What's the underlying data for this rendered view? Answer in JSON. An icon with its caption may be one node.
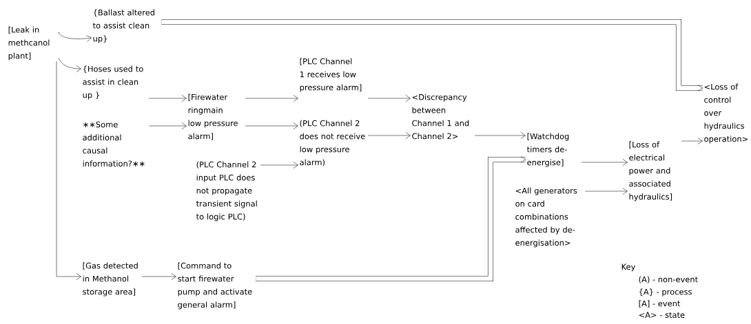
{
  "diagram": {
    "nodes": [
      {
        "text": [
          "[Leak in methcanol plant]"
        ]
      },
      {
        "text": [
          "{Ballast altered to assist clean up}"
        ]
      },
      {
        "text": [
          "{Hoses used to assist in clean up }"
        ]
      },
      {
        "text": [
          "∗∗Some additional causal information?∗∗"
        ]
      },
      {
        "text": [
          "[Firewater ringmain low pressure alarm]"
        ]
      },
      {
        "text": [
          "(PLC Channel 2 input PLC does not propagate transient signal to logic PLC)"
        ]
      },
      {
        "text": [
          "[PLC Channel 1 receives low pressure alarm]"
        ]
      },
      {
        "text": [
          "(PLC Channel 2 does not receive low pressure alarm)"
        ]
      },
      {
        "text": [
          "<Discrepancy between Channel 1 and Channel 2>"
        ]
      },
      {
        "text": [
          "[Watchdog timers de-energise]"
        ]
      },
      {
        "text": [
          "<All generators on card combinations affected by de-energisation>"
        ]
      },
      {
        "text": [
          "[Loss of electrical power and associated hydraulics]"
        ]
      },
      {
        "text": [
          "<Loss of control over hydraulics operation>"
        ]
      },
      {
        "text": [
          "[Gas detected in Methanol storage area]"
        ]
      },
      {
        "text": [
          "[Command to start firewater pump and activate general alarm]"
        ]
      }
    ],
    "edges": [
      {
        "from": 0,
        "to": 1,
        "arrow": "to"
      },
      {
        "from": 0,
        "to": 2,
        "arrow": "to"
      },
      {
        "from": 0,
        "to": 13,
        "arrow": "to"
      },
      {
        "from": 1,
        "to": 12,
        "arrow": "to",
        "style": "thick"
      },
      {
        "from": 2,
        "to": 4,
        "arrow": "to"
      },
      {
        "from": 3,
        "to": 4,
        "arrow": "to"
      },
      {
        "from": 4,
        "to": 6,
        "arrow": "to"
      },
      {
        "from": 4,
        "to": 7,
        "arrow": "to"
      },
      {
        "from": 5,
        "to": 7,
        "arrow": "to"
      },
      {
        "from": 6,
        "to": 8,
        "arrow": "to"
      },
      {
        "from": 7,
        "to": 8,
        "arrow": "to"
      },
      {
        "from": 8,
        "to": 9,
        "arrow": "to"
      },
      {
        "from": 14,
        "to": 9,
        "arrow": "to",
        "style": "thick"
      },
      {
        "from": 9,
        "to": 11,
        "arrow": "to"
      },
      {
        "from": 10,
        "to": 11,
        "arrow": "to"
      },
      {
        "from": 11,
        "to": 12,
        "arrow": "to"
      },
      {
        "from": 13,
        "to": 14,
        "arrow": "to"
      }
    ],
    "labels": [
      "Key",
      "(A) - non-event",
      "{A} - process",
      "[A] - event",
      "<A> - state"
    ]
  }
}
